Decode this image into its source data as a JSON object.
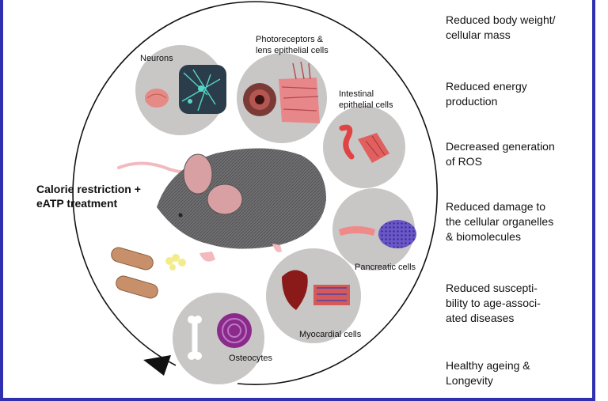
{
  "cells": {
    "neurons": "Neurons",
    "photoreceptors_line1": "Photoreceptors &",
    "photoreceptors_line2": "lens epithelial cells",
    "intestinal_line1": "Intestinal",
    "intestinal_line2": "epithelial  cells",
    "pancreatic": "Pancreatic cells",
    "myocardial": "Myocardial cells",
    "osteocytes": "Osteocytes"
  },
  "treatment": {
    "line1": "Calorie restriction +",
    "line2": "eATP treatment"
  },
  "outcomes": [
    {
      "line1": "Reduced body weight/",
      "line2": "cellular mass"
    },
    {
      "line1": "Reduced energy",
      "line2": "production"
    },
    {
      "line1": "Decreased generation",
      "line2": "of ROS"
    },
    {
      "line1": "Reduced damage to",
      "line2": "the cellular organelles",
      "line3": "& biomolecules"
    },
    {
      "line1": "Reduced suscepti-",
      "line2": "bility to age-associ-",
      "line3": "ated diseases"
    },
    {
      "line1": "Healthy ageing &",
      "line2": "Longevity"
    }
  ],
  "colors": {
    "frame": "#2f2fb0",
    "circle_bg": "#c9c6c6",
    "mouse_body": "#6f6e70",
    "mouse_ear": "#d9a0a3",
    "tail": "#f2b9be"
  }
}
